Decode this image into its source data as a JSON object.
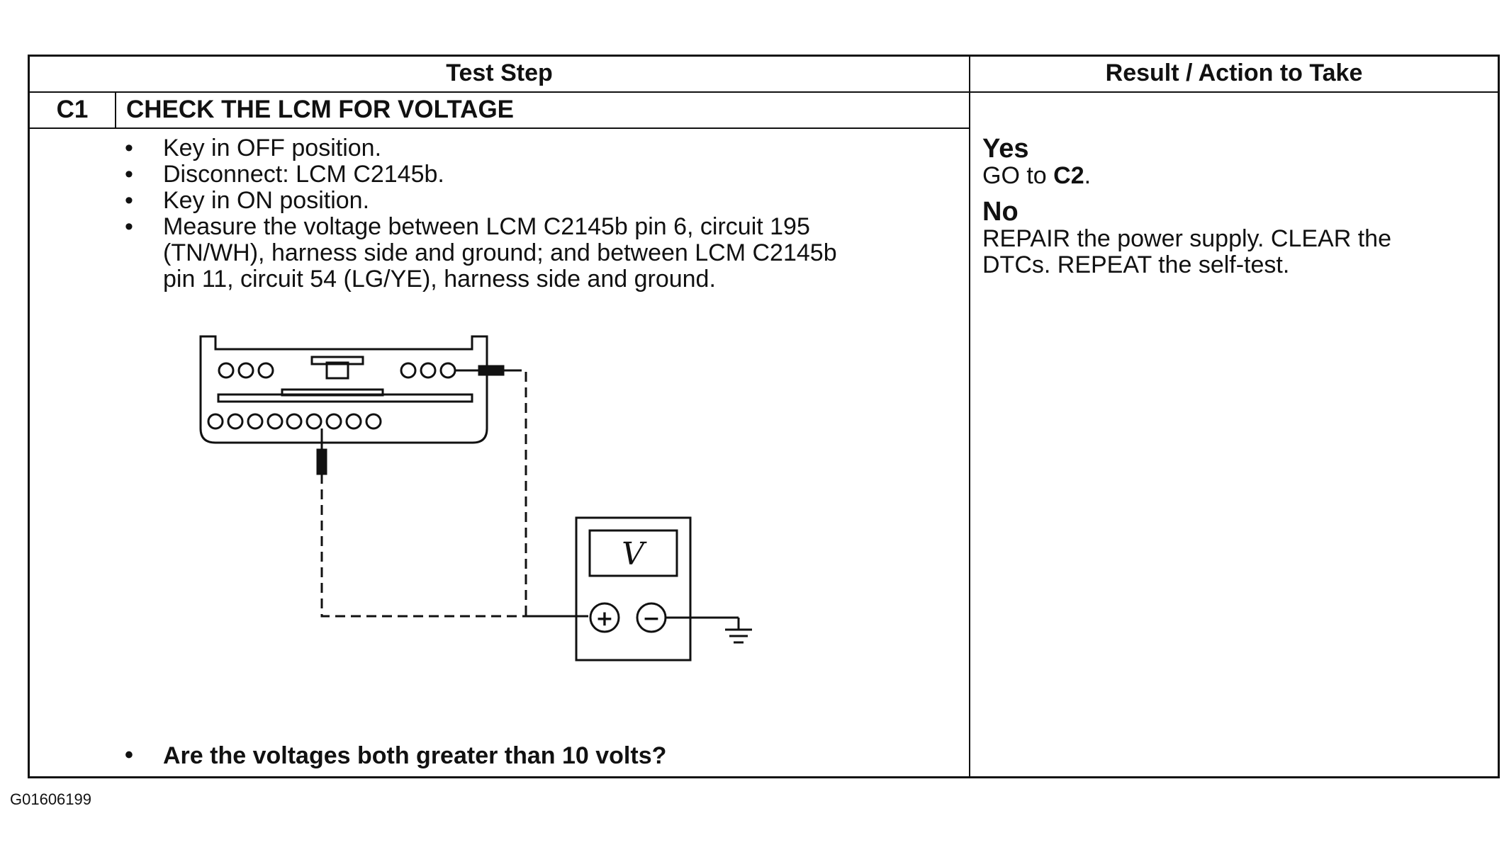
{
  "table": {
    "header_left": "Test Step",
    "header_right": "Result / Action to Take",
    "step_id": "C1",
    "step_title": "CHECK THE LCM FOR VOLTAGE",
    "steps": [
      "Key in OFF position.",
      "Disconnect: LCM C2145b.",
      "Key in ON position.",
      "Measure the voltage between LCM C2145b pin 6, circuit 195"
    ],
    "step4_cont": [
      "(TN/WH), harness side and ground; and between LCM C2145b",
      "pin 11, circuit 54 (LG/YE), harness side and ground."
    ],
    "question": "Are the voltages both greater than 10 volts?",
    "bullet_char": "•",
    "results": {
      "yes_label": "Yes",
      "yes_text_prefix": "GO to ",
      "yes_target": "C2",
      "yes_text_suffix": ".",
      "no_label": "No",
      "no_text": [
        "REPAIR the power supply. CLEAR the",
        "DTCs. REPEAT the self-test."
      ]
    }
  },
  "diagram": {
    "meter_symbol": "V",
    "plus_symbol": "+",
    "minus_symbol": "−"
  },
  "figure_id": "G01606199"
}
